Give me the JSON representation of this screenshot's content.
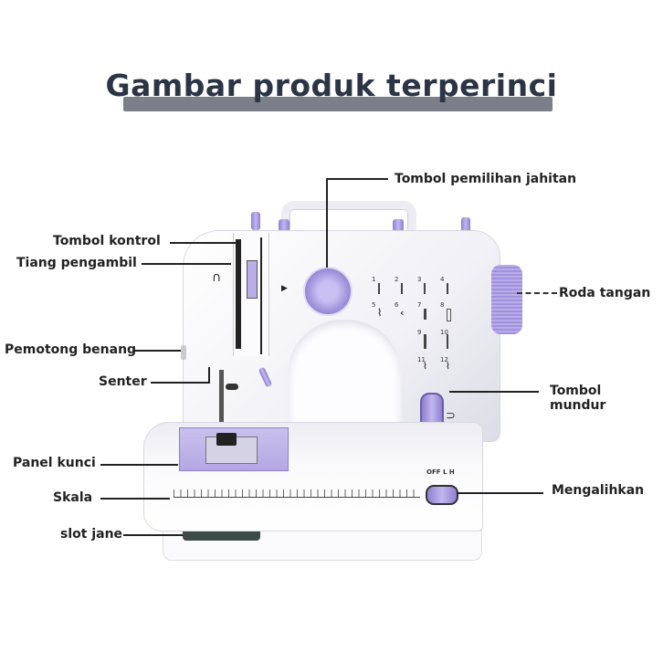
{
  "title": "Gambar produk terperinci",
  "labels": {
    "stitch_selector": "Tombol pemilihan jahitan",
    "control_button": "Tombol kontrol",
    "take_up_lever": "Tiang pengambil",
    "thread_cutter": "Pemotong benang",
    "light": "Senter",
    "lock_panel": "Panel kunci",
    "scale": "Skala",
    "needle_slot": "slot jane",
    "hand_wheel": "Roda tangan",
    "reverse_button_line1": "Tombol",
    "reverse_button_line2": "mundur",
    "switch": "Mengalihkan"
  },
  "switch_positions": "OFF L H",
  "stitch_numbers": [
    "1",
    "2",
    "3",
    "4",
    "5",
    "6",
    "7",
    "8",
    "9",
    "10",
    "11",
    "12"
  ],
  "colors": {
    "accent": "#a394e0",
    "title": "#2c3545",
    "title_bar": "#7b7f8a"
  }
}
